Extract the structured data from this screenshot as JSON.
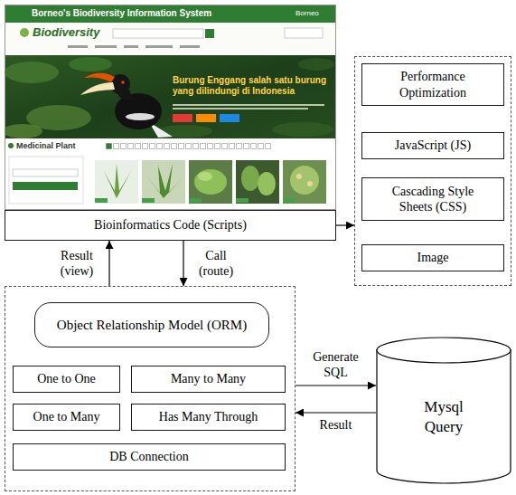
{
  "diagram": {
    "nodes": [
      {
        "text": [
          "Bioinformatics Code (Scripts)"
        ]
      },
      {
        "text": []
      },
      {
        "text": [
          "Performance Optimization"
        ],
        "in": 1
      },
      {
        "text": [
          "JavaScript (JS)"
        ],
        "in": 1
      },
      {
        "text": [
          "Cascading Style Sheets (CSS)"
        ],
        "in": 1
      },
      {
        "text": [
          "Image"
        ],
        "in": 1
      },
      {
        "text": []
      },
      {
        "text": [
          "Object Relationship Model (ORM)"
        ],
        "in": 6
      },
      {
        "text": [
          "One to One"
        ],
        "in": 6
      },
      {
        "text": [
          "Many to Many"
        ],
        "in": 6
      },
      {
        "text": [
          "One to Many"
        ],
        "in": 6
      },
      {
        "text": [
          "Has Many Through"
        ],
        "in": 6
      },
      {
        "text": [
          "DB Connection"
        ],
        "in": 6
      },
      {
        "text": [
          "Mysql Query"
        ]
      }
    ],
    "edges": [
      {
        "from": 0,
        "to": 1,
        "arrow": "to"
      },
      {
        "from": 0,
        "to": 6,
        "label": "Call (route)",
        "arrow": "to"
      },
      {
        "from": 6,
        "to": 0,
        "label": "Result (view)",
        "arrow": "to"
      },
      {
        "from": 6,
        "to": 13,
        "label": "Generate SQL",
        "arrow": "to"
      },
      {
        "from": 13,
        "to": 6,
        "label": "Result",
        "arrow": "to"
      }
    ],
    "labels": [
      "Borneo's Biodiversity Information System",
      "Borneo",
      "Biodiversity",
      "Burung Enggang salah satu burung yang dilindungi di Indonesia",
      "Medicinal Plant"
    ]
  }
}
